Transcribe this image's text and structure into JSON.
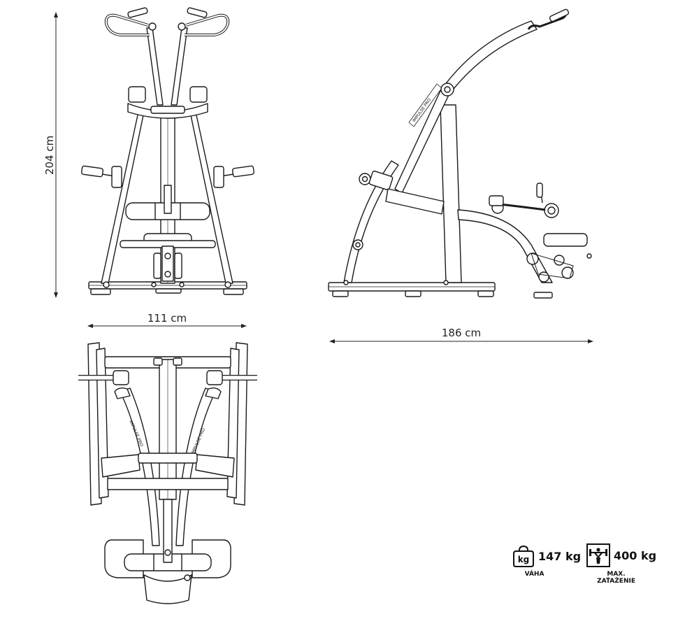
{
  "dimensions": {
    "height": "204 cm",
    "width": "111 cm",
    "length": "186 cm"
  },
  "frame_branding": "IMPULSE PRO",
  "specs": {
    "weight_value": "147 kg",
    "weight_label": "VÁHA",
    "weight_icon_text": "kg",
    "max_load_value": "400 kg",
    "max_load_label_line1": "MAX.",
    "max_load_label_line2": "ZAŤAŽENIE"
  },
  "icons": {
    "weight": "kettlebell-icon",
    "max_load": "weightlifter-icon"
  },
  "colors": {
    "line": "#1a1a1a",
    "background": "#ffffff"
  }
}
